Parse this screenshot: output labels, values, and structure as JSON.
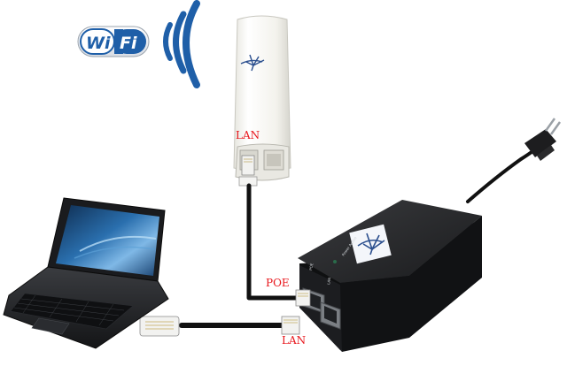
{
  "wifi_logo": {
    "text_left": "Wi",
    "text_right": "Fi",
    "color": "#1f5fa8"
  },
  "labels": {
    "ap_port": "LAN",
    "poe_port": "POE",
    "lan_port": "LAN"
  },
  "injector": {
    "power_text": "Power Active",
    "poe_small": "POE",
    "lan_small": "LAN"
  },
  "colors": {
    "label_red": "#e8161c",
    "cable": "#111111",
    "device_body": "#1b1c1e",
    "ap_body": "#f4f4f0"
  }
}
